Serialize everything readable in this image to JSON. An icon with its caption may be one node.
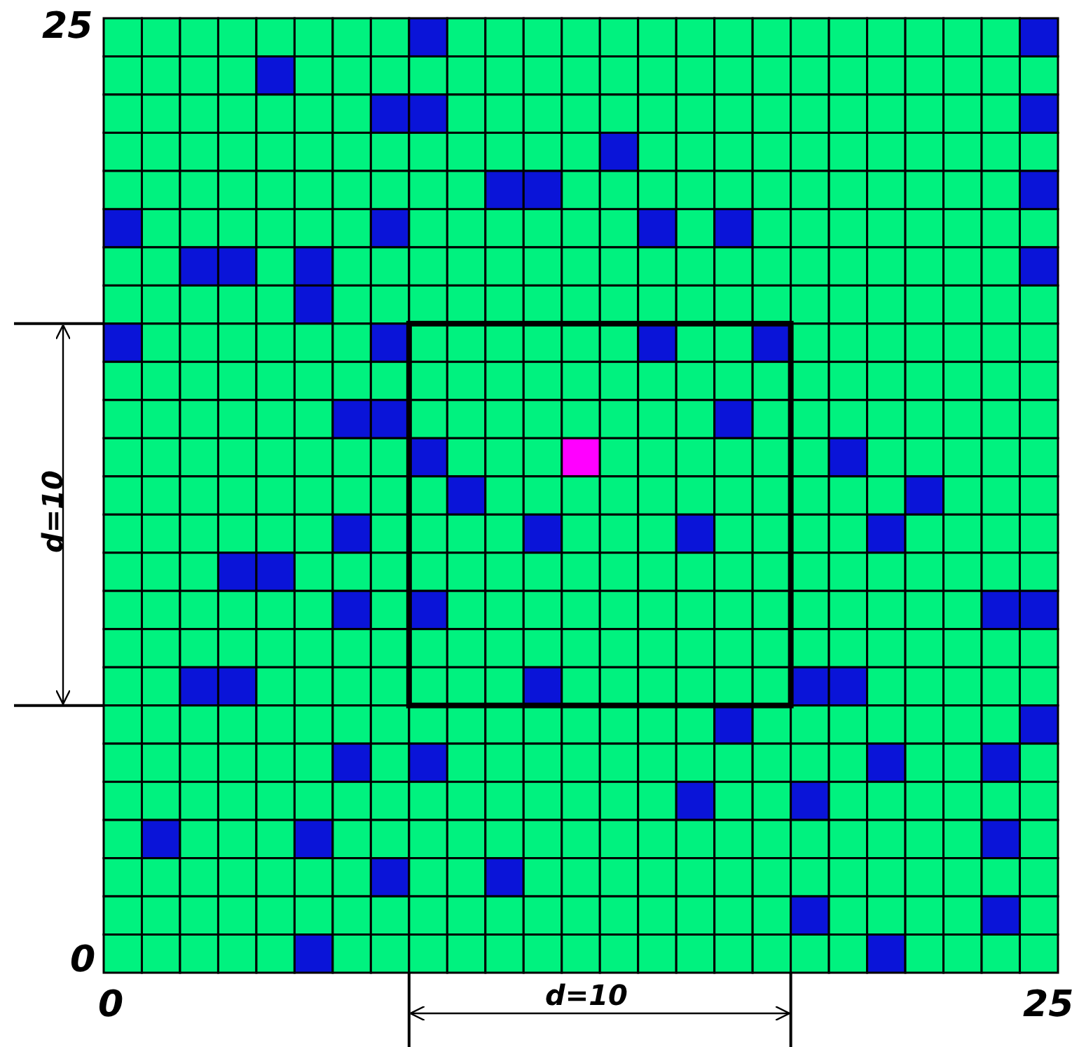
{
  "diagram": {
    "labels": [
      "25",
      "d=10",
      "0",
      "0",
      "d=10",
      "25"
    ]
  }
}
